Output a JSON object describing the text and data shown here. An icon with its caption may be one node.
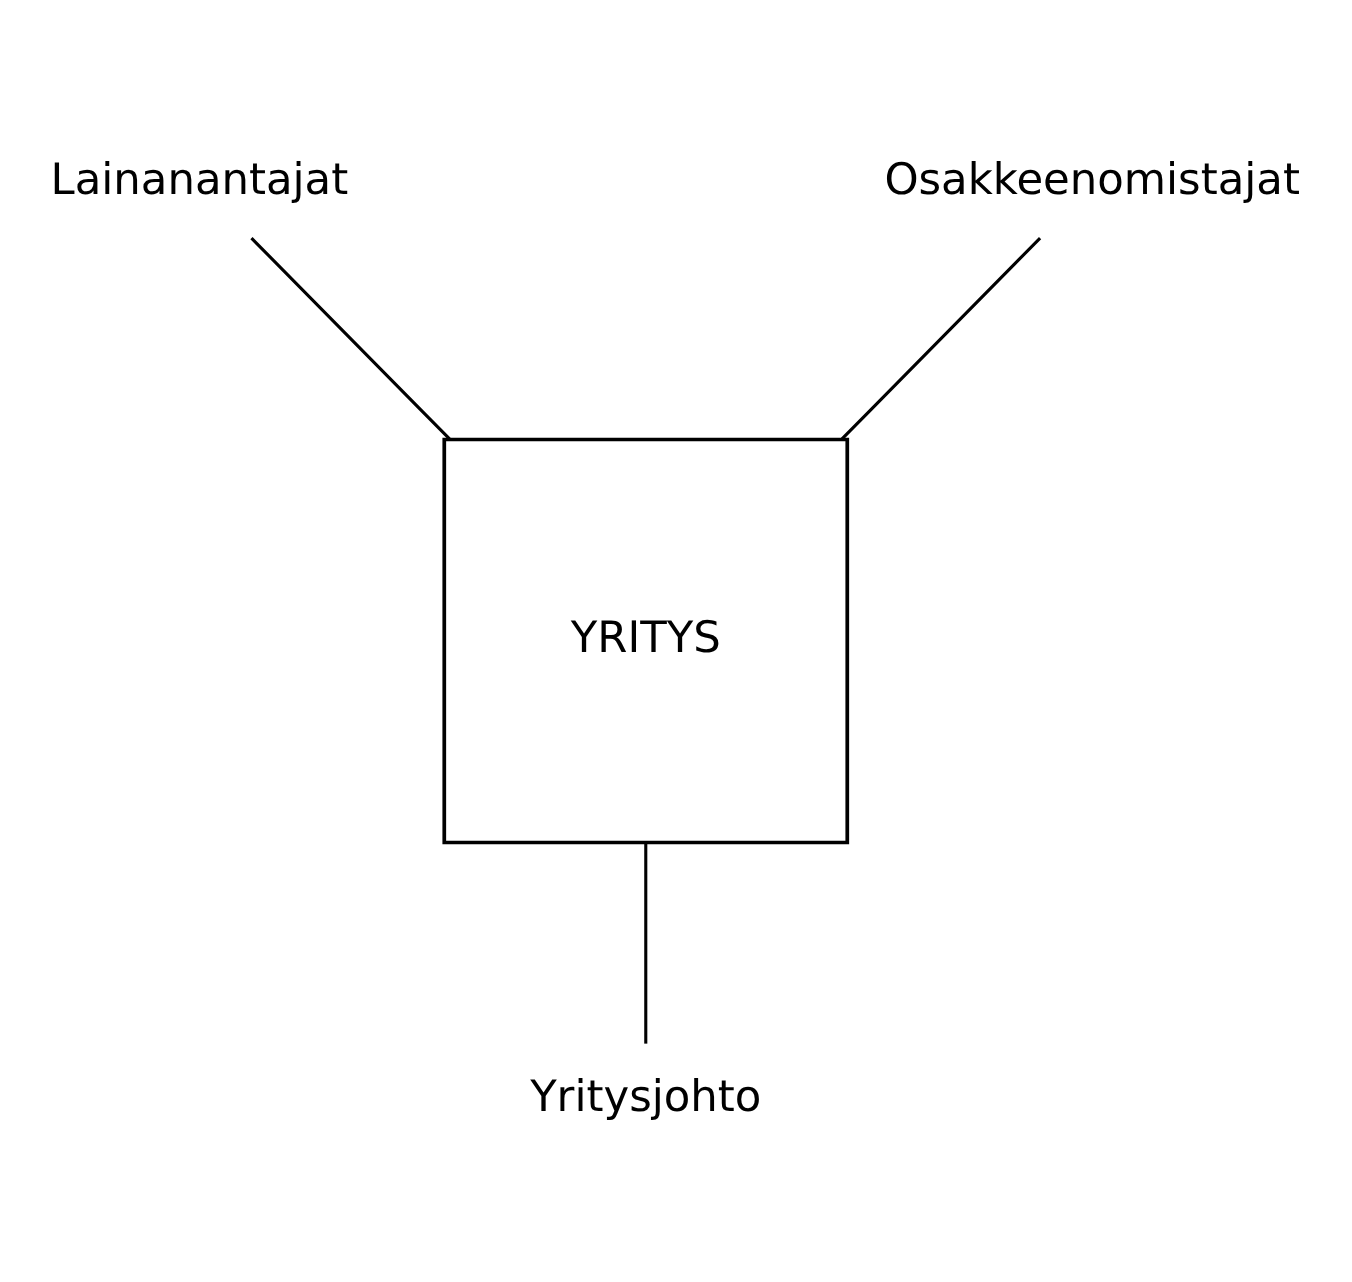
{
  "diagram": {
    "nodes": [
      {
        "text": [
          "Lainanantajat"
        ]
      },
      {
        "text": [
          "Osakkeenomistajat"
        ]
      },
      {
        "text": [
          "YRITYS"
        ]
      },
      {
        "text": [
          "Yritysjohto"
        ]
      }
    ],
    "edges": [
      {
        "from": 0,
        "to": 2,
        "arrow": "none"
      },
      {
        "from": 1,
        "to": 2,
        "arrow": "none"
      },
      {
        "from": 2,
        "to": 3,
        "arrow": "none"
      }
    ]
  }
}
